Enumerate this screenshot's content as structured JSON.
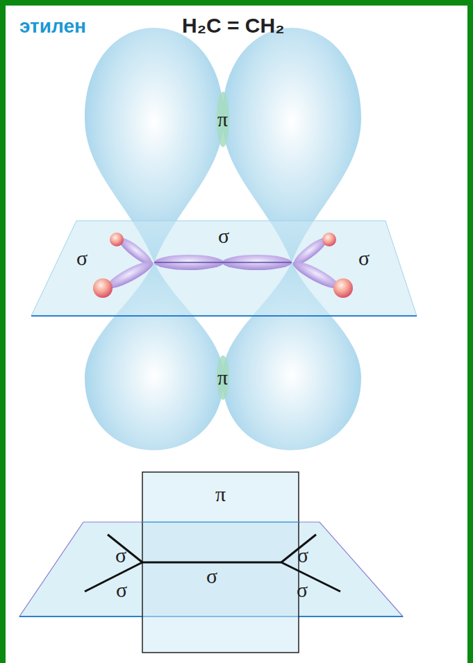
{
  "diagram": {
    "title": "этилен",
    "labels": [
      "H₂C = CH₂",
      "π",
      "σ",
      "σ",
      "σ",
      "π",
      "π",
      "σ",
      "σ",
      "σ",
      "σ",
      "σ"
    ]
  }
}
